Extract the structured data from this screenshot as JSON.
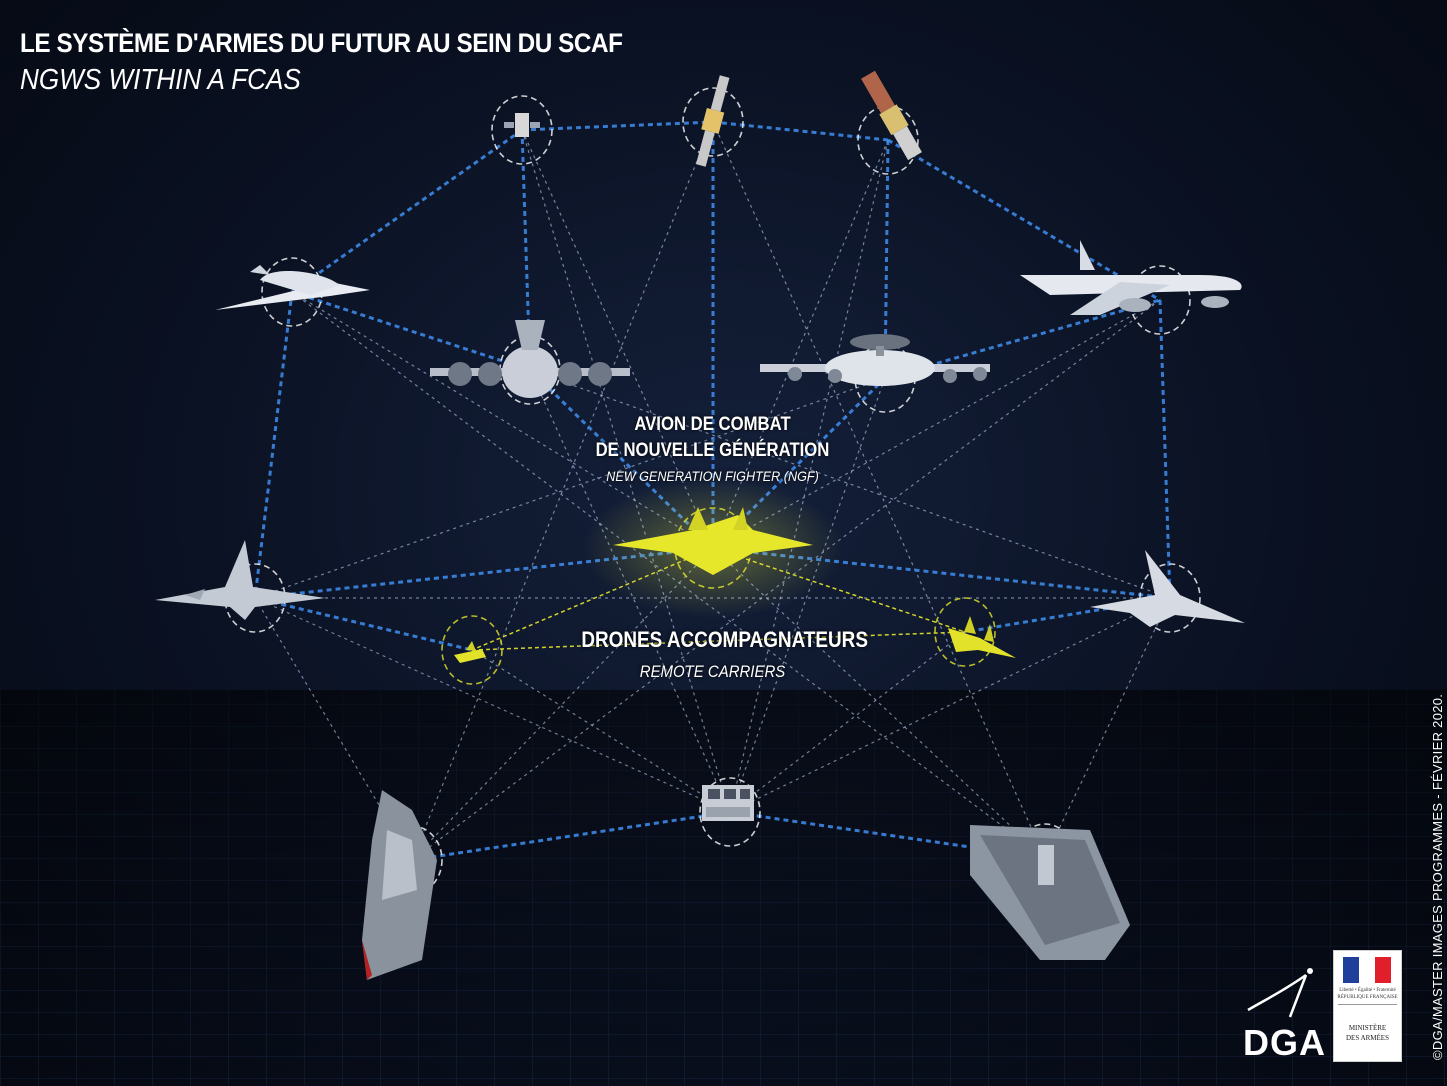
{
  "header": {
    "title": "LE SYSTÈME D'ARMES DU FUTUR AU SEIN DU SCAF",
    "subtitle": "NGWS WITHIN A FCAS"
  },
  "center_labels": {
    "ngf_fr_line1": "AVION DE COMBAT",
    "ngf_fr_line2": "DE NOUVELLE GÉNÉRATION",
    "ngf_en": "NEW GENERATION FIGHTER (NGF)",
    "rc_fr": "DRONES ACCOMPAGNATEURS",
    "rc_en": "REMOTE CARRIERS"
  },
  "copyright": "©DGA/MASTER IMAGES PROGRAMMES - FÉVRIER 2020.",
  "logos": {
    "dga": "DGA",
    "republic_motto": "Liberté • Égalité • Fraternité",
    "republic": "RÉPUBLIQUE FRANÇAISE",
    "ministry_line1": "MINISTÈRE",
    "ministry_line2": "DES ARMÉES"
  },
  "colors": {
    "link_blue": "#3f8ff0",
    "link_white": "#c8dcff",
    "ngf_yellow": "#e6e62a",
    "node_ring": "#ffffff",
    "flag_blue": "#1f3f9a",
    "flag_red": "#e11f2a"
  },
  "icons": [
    "satellite-icon",
    "communication-satellite-icon",
    "solar-satellite-icon",
    "business-jet-icon",
    "transport-aircraft-icon",
    "awacs-aircraft-icon",
    "tanker-aircraft-icon",
    "rafale-fighter-icon",
    "eurofighter-icon",
    "remote-carrier-left-icon",
    "remote-carrier-right-icon",
    "ngf-fighter-icon",
    "ground-station-icon",
    "frigate-icon",
    "aircraft-carrier-icon"
  ]
}
